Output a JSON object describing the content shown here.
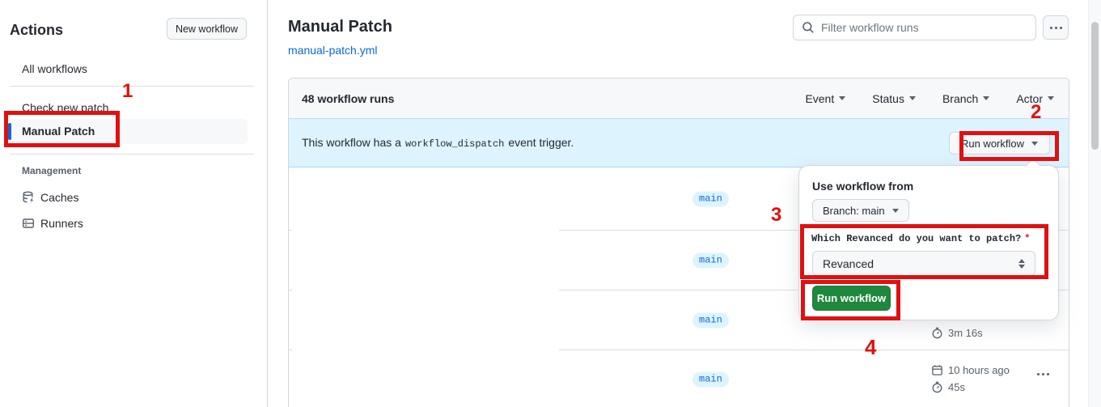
{
  "colors": {
    "accent_blue": "#0969da",
    "banner_bg": "#ddf4ff",
    "button_green": "#1f883d",
    "annotation_red": "#e11010",
    "tab_indicator_orange": "#f78166"
  },
  "annotations": {
    "steps": [
      "1",
      "2",
      "3",
      "4"
    ]
  },
  "sidebar": {
    "title": "Actions",
    "new_workflow_button": "New workflow",
    "items": [
      {
        "label": "All workflows"
      },
      {
        "label": "Check new patch"
      },
      {
        "label": "Manual Patch",
        "selected": true
      }
    ],
    "management": {
      "label": "Management",
      "items": [
        {
          "label": "Caches",
          "icon": "cache-database-icon"
        },
        {
          "label": "Runners",
          "icon": "server-icon"
        }
      ]
    }
  },
  "header": {
    "title": "Manual Patch",
    "file_link": "manual-patch.yml",
    "filter_placeholder": "Filter workflow runs"
  },
  "runs_table": {
    "count_label": "48 workflow runs",
    "filters": [
      {
        "label": "Event"
      },
      {
        "label": "Status"
      },
      {
        "label": "Branch"
      },
      {
        "label": "Actor"
      }
    ],
    "banner": {
      "text_before": "This workflow has a",
      "code": "workflow_dispatch",
      "text_after": "event trigger.",
      "run_workflow_button": "Run workflow"
    },
    "rows": [
      {
        "branch": "main"
      },
      {
        "branch": "main"
      },
      {
        "branch": "main",
        "duration": "3m 16s"
      },
      {
        "branch": "main",
        "date": "10 hours ago",
        "duration": "45s"
      }
    ]
  },
  "run_dialog": {
    "use_workflow_from": "Use workflow from",
    "branch_button": "Branch: main",
    "input_label": "Which Revanced do you want to patch?",
    "required_mark": "*",
    "select_value": "Revanced",
    "run_button": "Run workflow"
  },
  "icons": [
    "search-icon",
    "kebab-horizontal-icon",
    "caret-down-icon",
    "cache-database-icon",
    "server-icon",
    "stopwatch-icon",
    "calendar-icon",
    "select-updown-icon"
  ]
}
